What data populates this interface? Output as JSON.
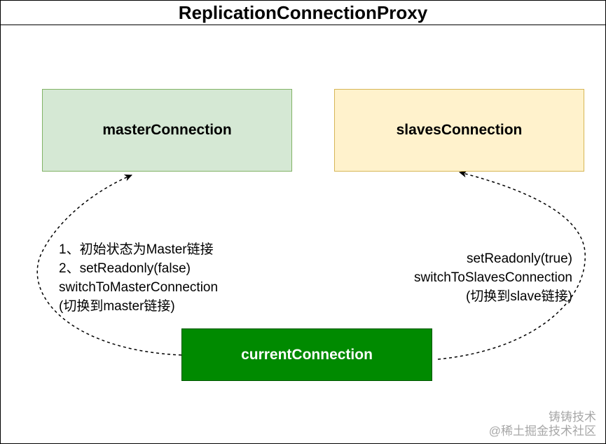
{
  "title": "ReplicationConnectionProxy",
  "nodes": {
    "master": {
      "label": "masterConnection",
      "fill": "#d5e8d4",
      "stroke": "#82b366"
    },
    "slaves": {
      "label": "slavesConnection",
      "fill": "#fff2cc",
      "stroke": "#d6b656"
    },
    "current": {
      "label": "currentConnection",
      "fill": "#008a00",
      "stroke": "#005700"
    }
  },
  "edges": {
    "to_master": {
      "lines": [
        "1、初始状态为Master链接",
        "2、setReadonly(false)",
        "switchToMasterConnection",
        "(切换到master链接)"
      ]
    },
    "to_slaves": {
      "lines": [
        "setReadonly(true)",
        "switchToSlavesConnection",
        "(切换到slave链接)"
      ]
    }
  },
  "watermark": {
    "line1": "铸铸技术",
    "line2": "@稀土掘金技术社区"
  }
}
